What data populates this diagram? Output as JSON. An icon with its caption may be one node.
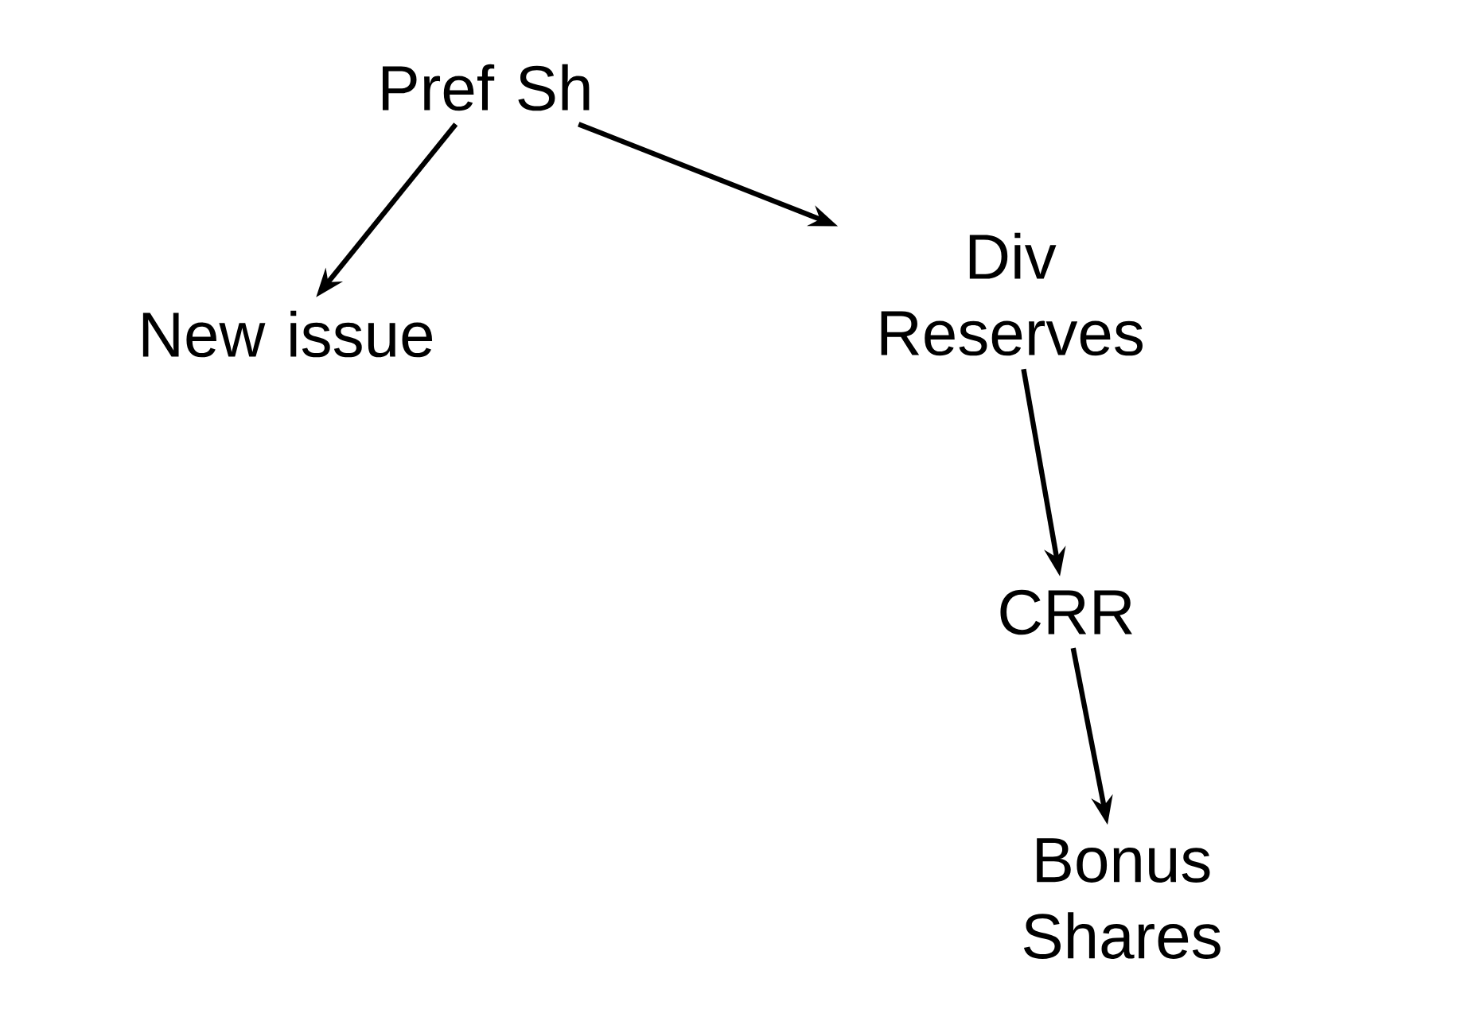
{
  "diagram": {
    "nodes": [
      {
        "text": [
          "Pref Sh"
        ]
      },
      {
        "text": [
          "New issue"
        ]
      },
      {
        "text": [
          "Div Reserves"
        ]
      },
      {
        "text": [
          "CRR"
        ]
      },
      {
        "text": [
          "Bonus Shares"
        ]
      }
    ],
    "edges": [
      {
        "from": 0,
        "to": 1,
        "arrow": "to"
      },
      {
        "from": 0,
        "to": 2,
        "arrow": "to"
      },
      {
        "from": 2,
        "to": 3,
        "arrow": "to"
      },
      {
        "from": 3,
        "to": 4,
        "arrow": "to"
      }
    ]
  }
}
